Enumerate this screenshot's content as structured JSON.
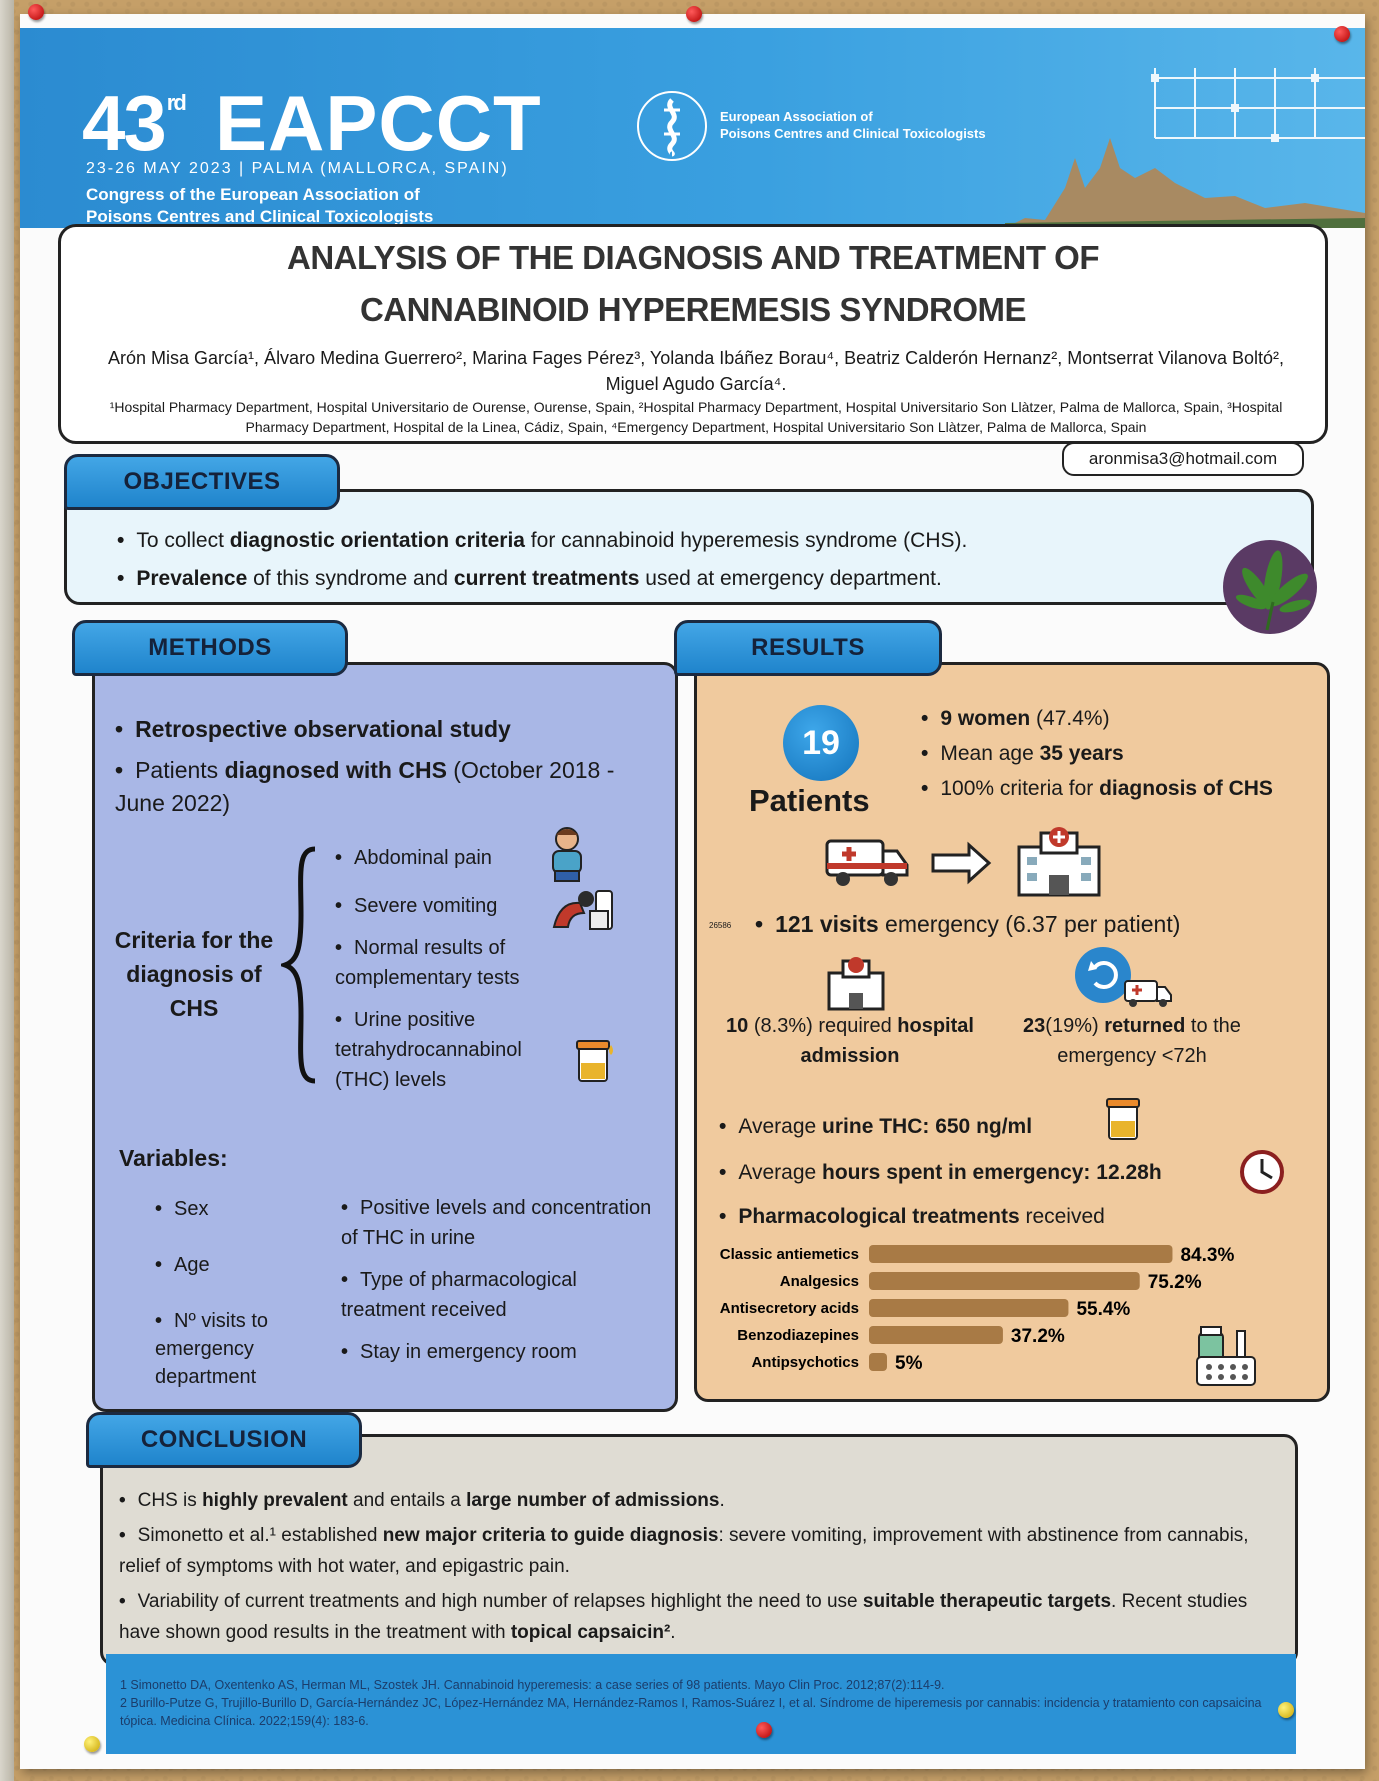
{
  "header": {
    "edition_number": "43",
    "edition_suffix": "rd",
    "acronym": "EAPCCT",
    "dates_location": "23-26 MAY 2023 |  PALMA (MALLORCA, SPAIN)",
    "congress_line1": "Congress of the European Association of",
    "congress_line2": "Poisons Centres  and Clinical Toxicologists",
    "assoc_line1": "European Association of",
    "assoc_line2": "Poisons Centres and Clinical Toxicologists"
  },
  "title": {
    "line1": "ANALYSIS OF THE DIAGNOSIS AND TREATMENT OF",
    "line2": "CANNABINOID HYPEREMESIS SYNDROME",
    "authors": "Arón Misa García¹, Álvaro Medina Guerrero², Marina Fages Pérez³, Yolanda Ibáñez Borau⁴, Beatriz Calderón Hernanz², Montserrat Vilanova Boltó², Miguel Agudo García⁴.",
    "affiliations": "¹Hospital Pharmacy Department, Hospital Universitario de Ourense, Ourense, Spain, ²Hospital Pharmacy Department, Hospital Universitario Son Llàtzer, Palma de Mallorca, Spain, ³Hospital Pharmacy Department, Hospital de la Linea, Cádiz, Spain, ⁴Emergency Department, Hospital Universitario Son Llàtzer, Palma de Mallorca, Spain",
    "email": "aronmisa3@hotmail.com"
  },
  "objectives": {
    "heading": "OBJECTIVES",
    "item1": {
      "pre": "To collect ",
      "bold": "diagnostic orientation criteria",
      "post": " for cannabinoid hyperemesis syndrome (CHS)."
    },
    "item2": {
      "bold1": "Prevalence",
      "mid": " of this syndrome and ",
      "bold2": "current treatments",
      "post": " used at emergency department."
    }
  },
  "methods": {
    "heading": "METHODS",
    "item1": "Retrospective observational study",
    "item2": {
      "pre": "Patients ",
      "bold": "diagnosed with CHS",
      "post": " (October 2018 - June 2022)"
    },
    "criteria_label": "Criteria for the diagnosis of CHS",
    "criteria": [
      "Abdominal pain",
      "Severe vomiting",
      "Normal results of complementary tests",
      "Urine positive tetrahydrocannabinol (THC) levels"
    ],
    "variables_title": "Variables:",
    "variables_col1": [
      "Sex",
      "Age",
      "Nº visits to emergency department"
    ],
    "variables_col2": [
      "Positive levels and concentration of THC in urine",
      "Type of pharmacological treatment received",
      "Stay in emergency room"
    ]
  },
  "results": {
    "heading": "RESULTS",
    "patients_count": "19",
    "patients_label": "Patients",
    "women": {
      "bold": "9 women",
      "post": " (47.4%)"
    },
    "age": {
      "pre": "Mean age ",
      "bold": "35 years"
    },
    "criteria": {
      "pre": "100% criteria for ",
      "bold": "diagnosis of CHS"
    },
    "code": "26586",
    "visits": {
      "bold": "121 visits",
      "post": " emergency  (6.37 per patient)"
    },
    "admission": {
      "bold1": "10",
      "mid": " (8.3%) required ",
      "bold2": "hospital admission"
    },
    "returned": {
      "bold1": "23",
      "mid": "(19%)  ",
      "bold2": "returned",
      "post": " to the emergency <72h"
    },
    "thc": {
      "pre": "Average ",
      "bold": "urine THC: 650 ng/ml"
    },
    "hours": {
      "pre": "Average  ",
      "bold": "hours spent in emergency: 12.28h"
    },
    "pharma": {
      "bold": "Pharmacological treatments",
      "post": " received"
    }
  },
  "chart_data": {
    "type": "bar",
    "orientation": "horizontal",
    "categories": [
      "Classic antiemetics",
      "Analgesics",
      "Antisecretory acids",
      "Benzodiazepines",
      "Antipsychotics"
    ],
    "values": [
      84.3,
      75.2,
      55.4,
      37.2,
      5
    ],
    "value_labels": [
      "84.3%",
      "75.2%",
      "55.4%",
      "37.2%",
      "5%"
    ],
    "xlim": [
      0,
      100
    ],
    "bar_color": "#a87a45"
  },
  "conclusion": {
    "heading": "CONCLUSION",
    "item1": {
      "pre": "CHS is ",
      "bold1": "highly prevalent",
      "mid": " and entails a ",
      "bold2": "large number of admissions",
      "post": "."
    },
    "item2": {
      "pre": "Simonetto et al.¹ established ",
      "bold": "new major criteria to guide diagnosis",
      "post": ": severe vomiting, improvement with abstinence from cannabis, relief of symptoms with hot water, and epigastric pain."
    },
    "item3": {
      "pre": "Variability of current treatments and high number of relapses highlight the need to use ",
      "bold1": "suitable therapeutic targets",
      "mid": ". Recent studies have shown good results in the treatment with ",
      "bold2": "topical capsaicin²",
      "post": "."
    }
  },
  "references": {
    "ref1": "1 Simonetto DA, Oxentenko AS, Herman ML, Szostek JH. Cannabinoid hyperemesis: a case series of 98 patients. Mayo Clin Proc. 2012;87(2):114-9.",
    "ref2": "2 Burillo-Putze G, Trujillo-Burillo D, García-Hernández JC, López-Hernández MA, Hernández-Ramos I, Ramos-Suárez I, et al. Síndrome de hiperemesis por cannabis: incidencia y tratamiento con capsaicina tópica. Medicina Clínica. 2022;159(4): 183-6."
  },
  "colors": {
    "header_blue": "#2b8bd1",
    "methods_bg": "#a9b7e6",
    "results_bg": "#f0ca9e",
    "objectives_bg": "#e8f5fb",
    "conclusion_bg": "#dfdcd3"
  }
}
